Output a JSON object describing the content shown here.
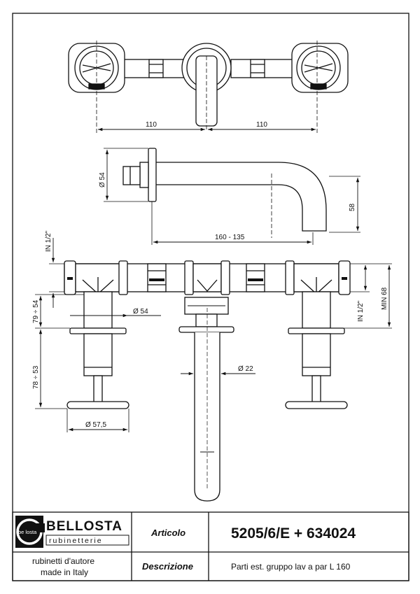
{
  "dims": {
    "top_left": "110",
    "top_right": "110",
    "side_diam": "Ø 54",
    "side_height": "58",
    "side_length": "160 - 135",
    "inlet_top": "IN 1/2\"",
    "inlet_right": "IN 1/2\"",
    "min_68": "MIN 68",
    "range_79_54": "79 ÷ 54",
    "range_78_53": "78 ÷ 53",
    "diam_54": "Ø 54",
    "diam_22": "Ø 22",
    "diam_575": "Ø 57,5"
  },
  "titleblock": {
    "logo_letters": "be losta",
    "brand": "BELLOSTA",
    "brand_sub": "rubinetterie",
    "tagline_1": "rubinetti d'autore",
    "tagline_2": "made in Italy",
    "articolo_label": "Articolo",
    "articolo_value": "5205/6/E + 634024",
    "descrizione_label": "Descrizione",
    "descrizione_value": "Parti est. gruppo lav a par L 160"
  }
}
